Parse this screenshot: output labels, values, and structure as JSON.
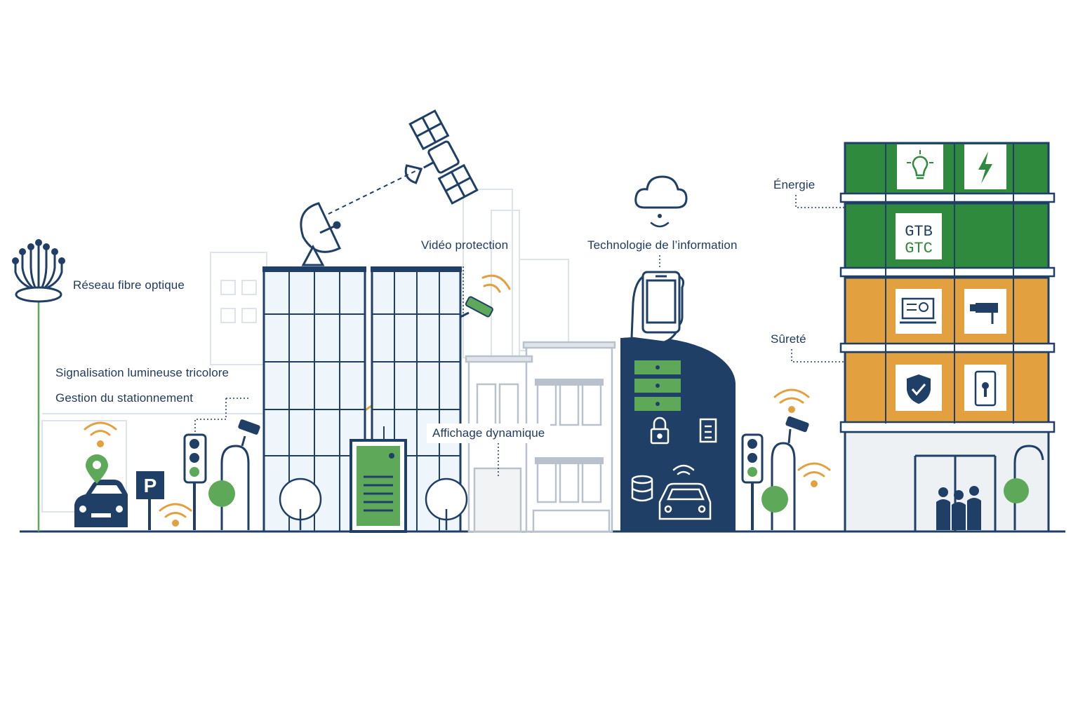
{
  "labels": {
    "fiber": "Réseau fibre optique",
    "traffic_lights": "Signalisation lumineuse tricolore",
    "parking": "Gestion du stationnement",
    "video": "Vidéo protection",
    "display": "Affichage dynamique",
    "it": "Technologie de l’information",
    "energy": "Énergie",
    "security": "Sûreté"
  },
  "panels": {
    "gtb_line1": "GTB",
    "gtb_line2": "GTC",
    "parking_sign": "P"
  },
  "colors": {
    "navy": "#1f3f66",
    "green": "#2f8a3e",
    "light_green": "#5ea85a",
    "orange": "#e3a03f",
    "light_blue": "#e8f1fa",
    "light_gray": "#e4e8ee"
  },
  "icons": [
    "fiber-optic-icon",
    "satellite-icon",
    "satellite-dish-icon",
    "cloud-icon",
    "smartphone-hand-icon",
    "camera-icon",
    "traffic-light-icon",
    "parking-sign-icon",
    "location-pin-icon",
    "car-icon",
    "lightbulb-icon",
    "lightning-icon",
    "laptop-search-icon",
    "security-camera-icon",
    "shield-check-icon",
    "door-lock-icon",
    "server-icon",
    "padlock-icon",
    "document-icon",
    "database-icon",
    "people-icon",
    "wifi-icon"
  ]
}
